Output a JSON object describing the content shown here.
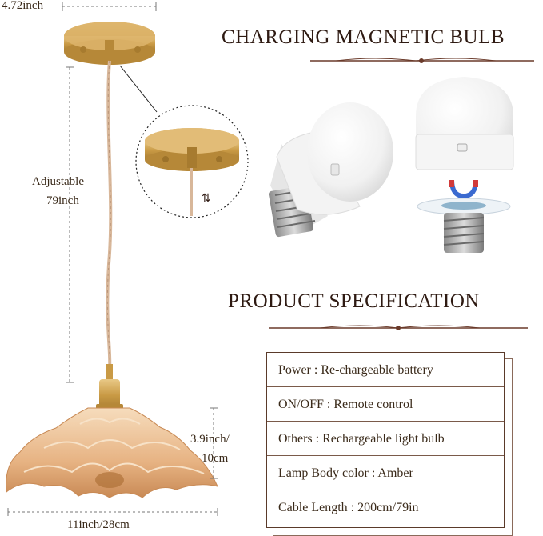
{
  "dimensions": {
    "canopy_width": "4.72inch",
    "cable_adjustable": "Adjustable",
    "cable_length": "79inch",
    "shade_height_1": "3.9inch/",
    "shade_height_2": "10cm",
    "shade_width": "11inch/28cm"
  },
  "headings": {
    "bulb": "CHARGING MAGNETIC BULB",
    "spec": "PRODUCT SPECIFICATION"
  },
  "spec_rows": [
    "Power : Re-chargeable battery",
    "ON/OFF : Remote control",
    "Others : Rechargeable light bulb",
    "Lamp Body color : Amber",
    "Cable Length : 200cm/79in"
  ],
  "colors": {
    "gold": "#c9a04a",
    "amber_glass": "#e8b98a",
    "text_dark": "#2e1a12",
    "divider": "#6a3a2a"
  }
}
